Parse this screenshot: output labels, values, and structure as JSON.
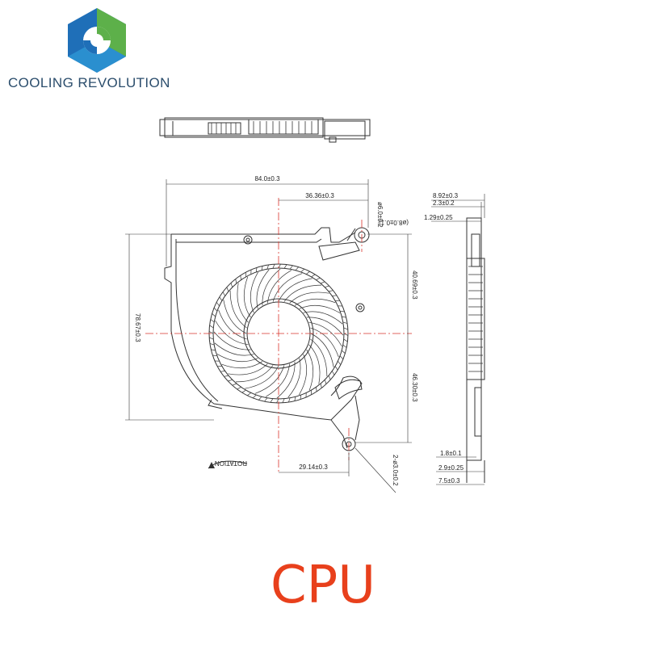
{
  "brand": {
    "name": "COOLING REVOLUTION",
    "logo_icon": "hexagon-swirl-logo",
    "colors": {
      "blue": "#1f6fb8",
      "green": "#5db04a",
      "text": "#2b4d6c"
    }
  },
  "drawing": {
    "dimensions": {
      "width": "84.0±0.3",
      "hub_offset_x": "36.36±0.3",
      "mount_hole": "ø6.0±0.2",
      "mount_hole_note": "(ø8.0±0.1)",
      "height": "78.67±0.3",
      "upper_height": "40.69±0.3",
      "lower_height": "46.30±0.3",
      "outlet_offset": "29.14±0.3",
      "lower_hole": "2-ø3.0±0.2",
      "side_top_1": "8.92±0.3",
      "side_top_2": "2.3±0.2",
      "side_top_3": "1.29±0.25",
      "side_bottom_1": "1.8±0.1",
      "side_bottom_2": "2.9±0.25",
      "side_bottom_3": "7.5±0.3"
    },
    "rotation_label": "ROTATION",
    "line_color": "#333333",
    "center_line_color": "#d9342b"
  },
  "caption": {
    "text": "CPU",
    "color": "#e8401c"
  }
}
